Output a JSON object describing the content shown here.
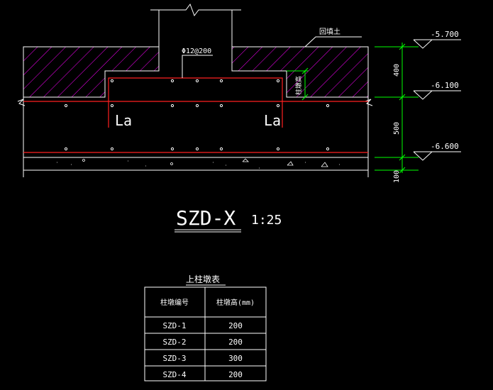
{
  "drawing": {
    "title": "SZD-X",
    "scale": "1:25",
    "rebar_label": "Φ12@200",
    "backfill_label": "回填土",
    "height_label": "柱墩高",
    "anchorage_left": "La",
    "anchorage_right": "La",
    "dims": {
      "d400": "400",
      "d500": "500",
      "d100": "100"
    },
    "levels": [
      "-5.700",
      "-6.100",
      "-6.600"
    ]
  },
  "table": {
    "caption": "上柱墩表",
    "headers": [
      "柱墩编号",
      "柱墩高(mm)"
    ],
    "rows": [
      [
        "SZD-1",
        "200"
      ],
      [
        "SZD-2",
        "200"
      ],
      [
        "SZD-3",
        "300"
      ],
      [
        "SZD-4",
        "200"
      ]
    ]
  },
  "colors": {
    "background": "#000000",
    "lines": "#ffffff",
    "rebar": "#ff2020",
    "hatch": "#ff00ff",
    "dimension": "#00ff00"
  }
}
